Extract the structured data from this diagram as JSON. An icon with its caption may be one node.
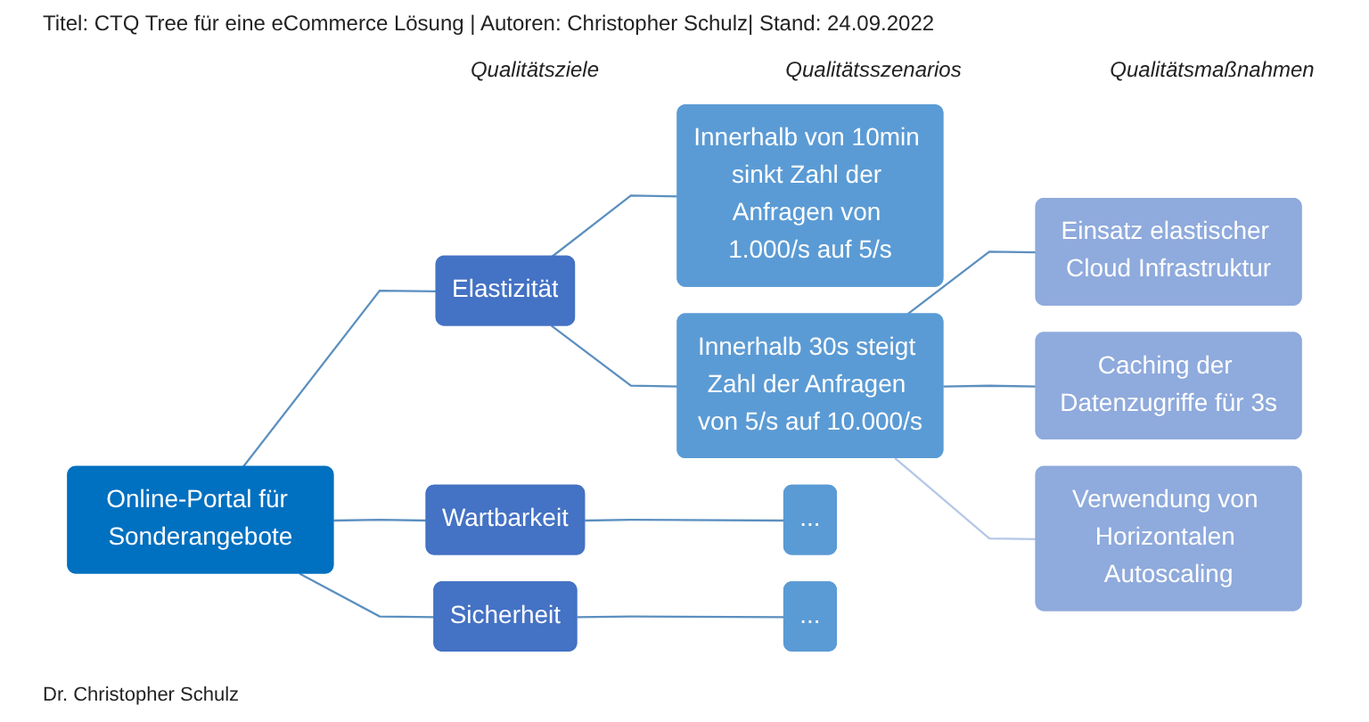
{
  "diagram": {
    "title": "Titel: CTQ Tree für eine eCommerce Lösung | Autoren: Christopher Schulz| Stand: 24.09.2022",
    "caption": "Dr. Christopher Schulz",
    "nodes": [
      {
        "text": [
          "Online-Portal für Sonderangebote"
        ]
      },
      {
        "text": [
          "Elastizität"
        ]
      },
      {
        "text": [
          "Wartbarkeit"
        ]
      },
      {
        "text": [
          "Sicherheit"
        ]
      },
      {
        "text": [
          "Innerhalb von 10min sinkt Zahl der Anfragen von 1.000/s auf 5/s"
        ]
      },
      {
        "text": [
          "Innerhalb 30s steigt Zahl der Anfragen von 5/s auf 10.000/s"
        ]
      },
      {
        "text": [
          "..."
        ]
      },
      {
        "text": [
          "..."
        ]
      },
      {
        "text": [
          "Einsatz elastischer Cloud Infrastruktur"
        ]
      },
      {
        "text": [
          "Caching der Datenzugriffe für 3s"
        ]
      },
      {
        "text": [
          "Verwendung von Horizontalen Autoscaling"
        ]
      }
    ],
    "edges": [
      {
        "from": 0,
        "to": 1,
        "arrow": "none"
      },
      {
        "from": 0,
        "to": 2,
        "arrow": "none"
      },
      {
        "from": 0,
        "to": 3,
        "arrow": "none"
      },
      {
        "from": 1,
        "to": 4,
        "arrow": "none"
      },
      {
        "from": 1,
        "to": 5,
        "arrow": "none"
      },
      {
        "from": 2,
        "to": 6,
        "arrow": "none"
      },
      {
        "from": 3,
        "to": 7,
        "arrow": "none"
      },
      {
        "from": 5,
        "to": 8,
        "arrow": "none"
      },
      {
        "from": 5,
        "to": 9,
        "arrow": "none"
      },
      {
        "from": 5,
        "to": 10,
        "arrow": "none",
        "color": "#b4c7e7"
      }
    ],
    "labels": [
      "Qualitätsziele",
      "Qualitätsszenarios",
      "Qualitätsmaßnahmen"
    ]
  }
}
